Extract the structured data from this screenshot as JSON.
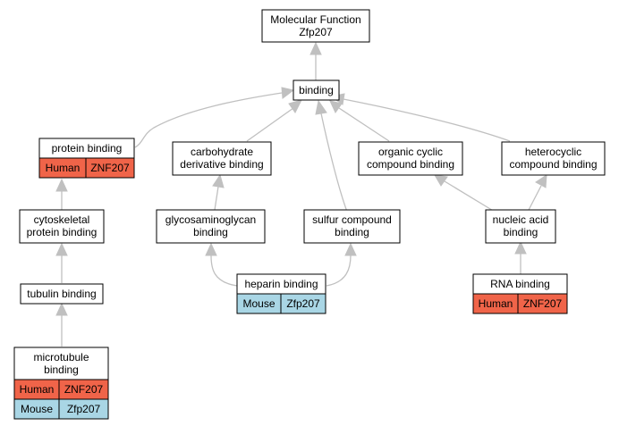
{
  "root": {
    "line1": "Molecular Function",
    "line2": "Zfp207"
  },
  "nodes": {
    "binding": {
      "label": "binding"
    },
    "protein_binding": {
      "label": "protein binding",
      "species": [
        {
          "name": "Human",
          "gene": "ZNF207",
          "color": "#f06449"
        }
      ]
    },
    "carbohydrate": {
      "line1": "carbohydrate",
      "line2": "derivative binding"
    },
    "organic": {
      "line1": "organic cyclic",
      "line2": "compound binding"
    },
    "heterocyclic": {
      "line1": "heterocyclic",
      "line2": "compound binding"
    },
    "cytoskeletal": {
      "line1": "cytoskeletal",
      "line2": "protein binding"
    },
    "glycosaminoglycan": {
      "line1": "glycosaminoglycan",
      "line2": "binding"
    },
    "sulfur": {
      "line1": "sulfur compound",
      "line2": "binding"
    },
    "nucleic": {
      "line1": "nucleic acid",
      "line2": "binding"
    },
    "tubulin": {
      "label": "tubulin binding"
    },
    "heparin": {
      "label": "heparin binding",
      "species": [
        {
          "name": "Mouse",
          "gene": "Zfp207",
          "color": "#a9d6e5"
        }
      ]
    },
    "rna": {
      "label": "RNA binding",
      "species": [
        {
          "name": "Human",
          "gene": "ZNF207",
          "color": "#f06449"
        }
      ]
    },
    "microtubule": {
      "line1": "microtubule",
      "line2": "binding",
      "species": [
        {
          "name": "Human",
          "gene": "ZNF207",
          "color": "#f06449"
        },
        {
          "name": "Mouse",
          "gene": "Zfp207",
          "color": "#a9d6e5"
        }
      ]
    }
  },
  "colors": {
    "human": "#f06449",
    "mouse": "#a9d6e5",
    "edge": "#c0c0c0"
  }
}
